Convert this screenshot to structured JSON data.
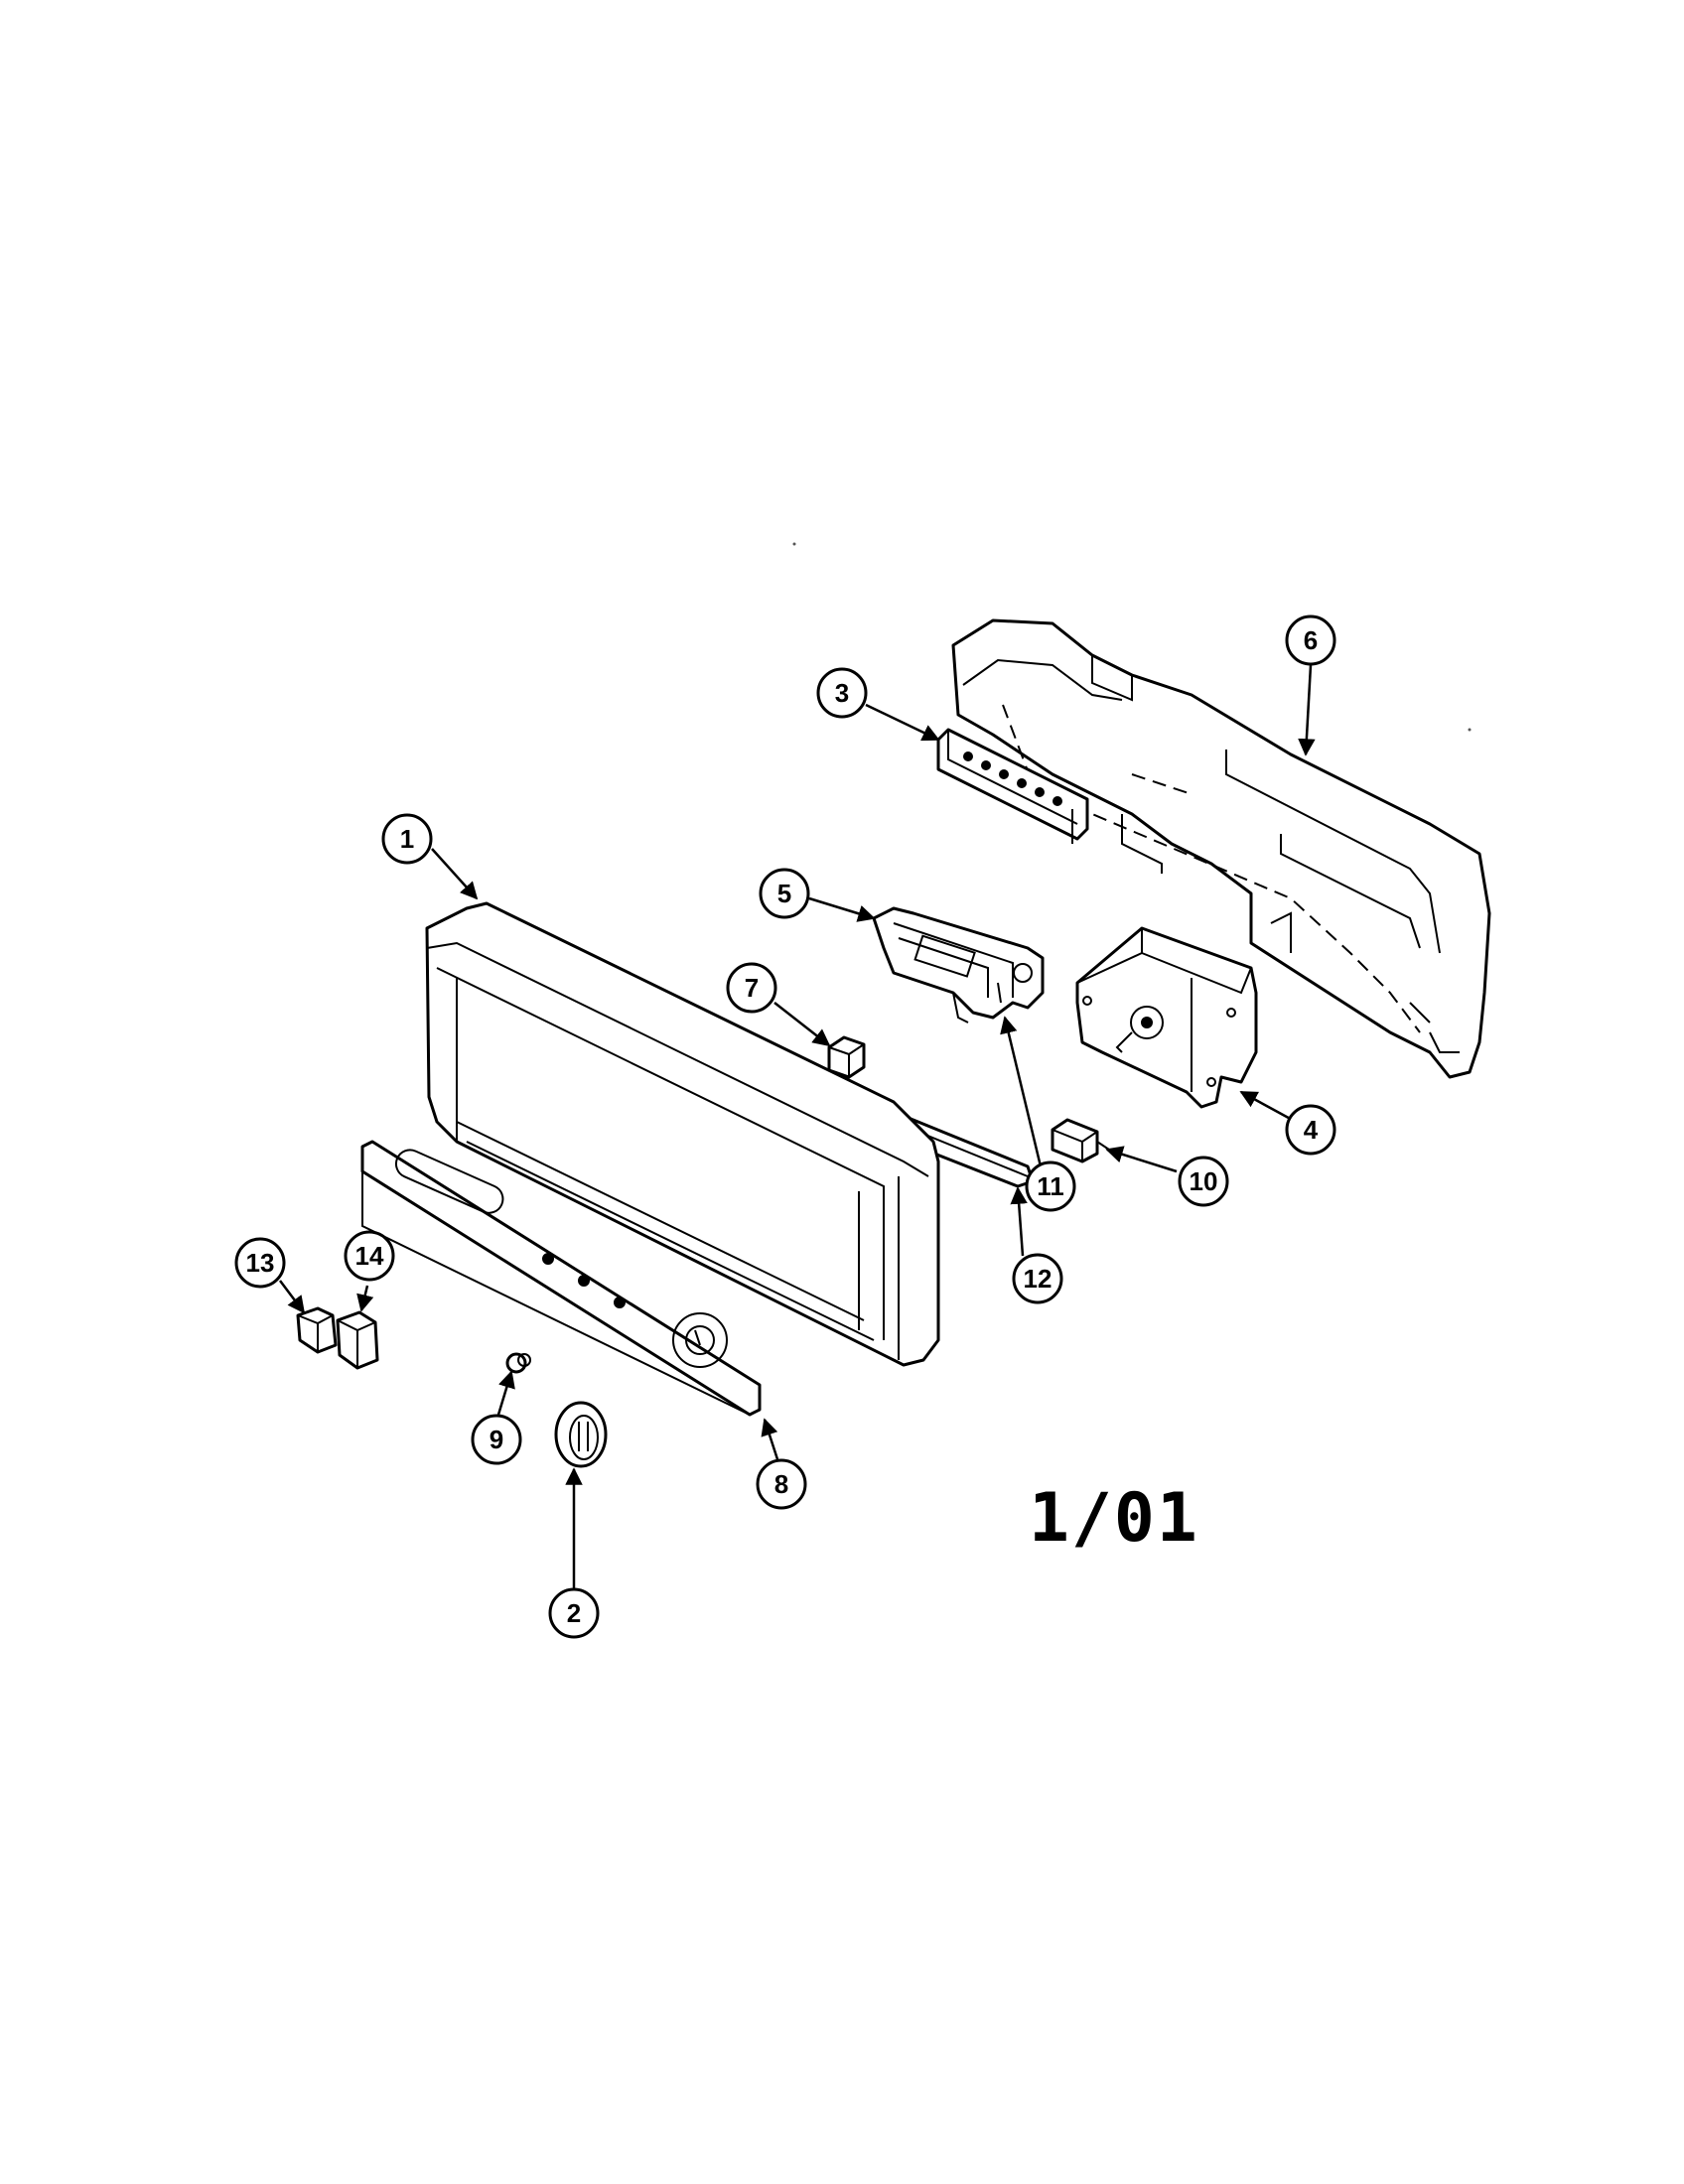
{
  "revision_code": "1/01",
  "callouts": [
    {
      "id": "1",
      "label": "1"
    },
    {
      "id": "2",
      "label": "2"
    },
    {
      "id": "3",
      "label": "3"
    },
    {
      "id": "4",
      "label": "4"
    },
    {
      "id": "5",
      "label": "5"
    },
    {
      "id": "6",
      "label": "6"
    },
    {
      "id": "7",
      "label": "7"
    },
    {
      "id": "8",
      "label": "8"
    },
    {
      "id": "9",
      "label": "9"
    },
    {
      "id": "10",
      "label": "10"
    },
    {
      "id": "11",
      "label": "11"
    },
    {
      "id": "12",
      "label": "12"
    },
    {
      "id": "13",
      "label": "13"
    },
    {
      "id": "14",
      "label": "14"
    }
  ]
}
